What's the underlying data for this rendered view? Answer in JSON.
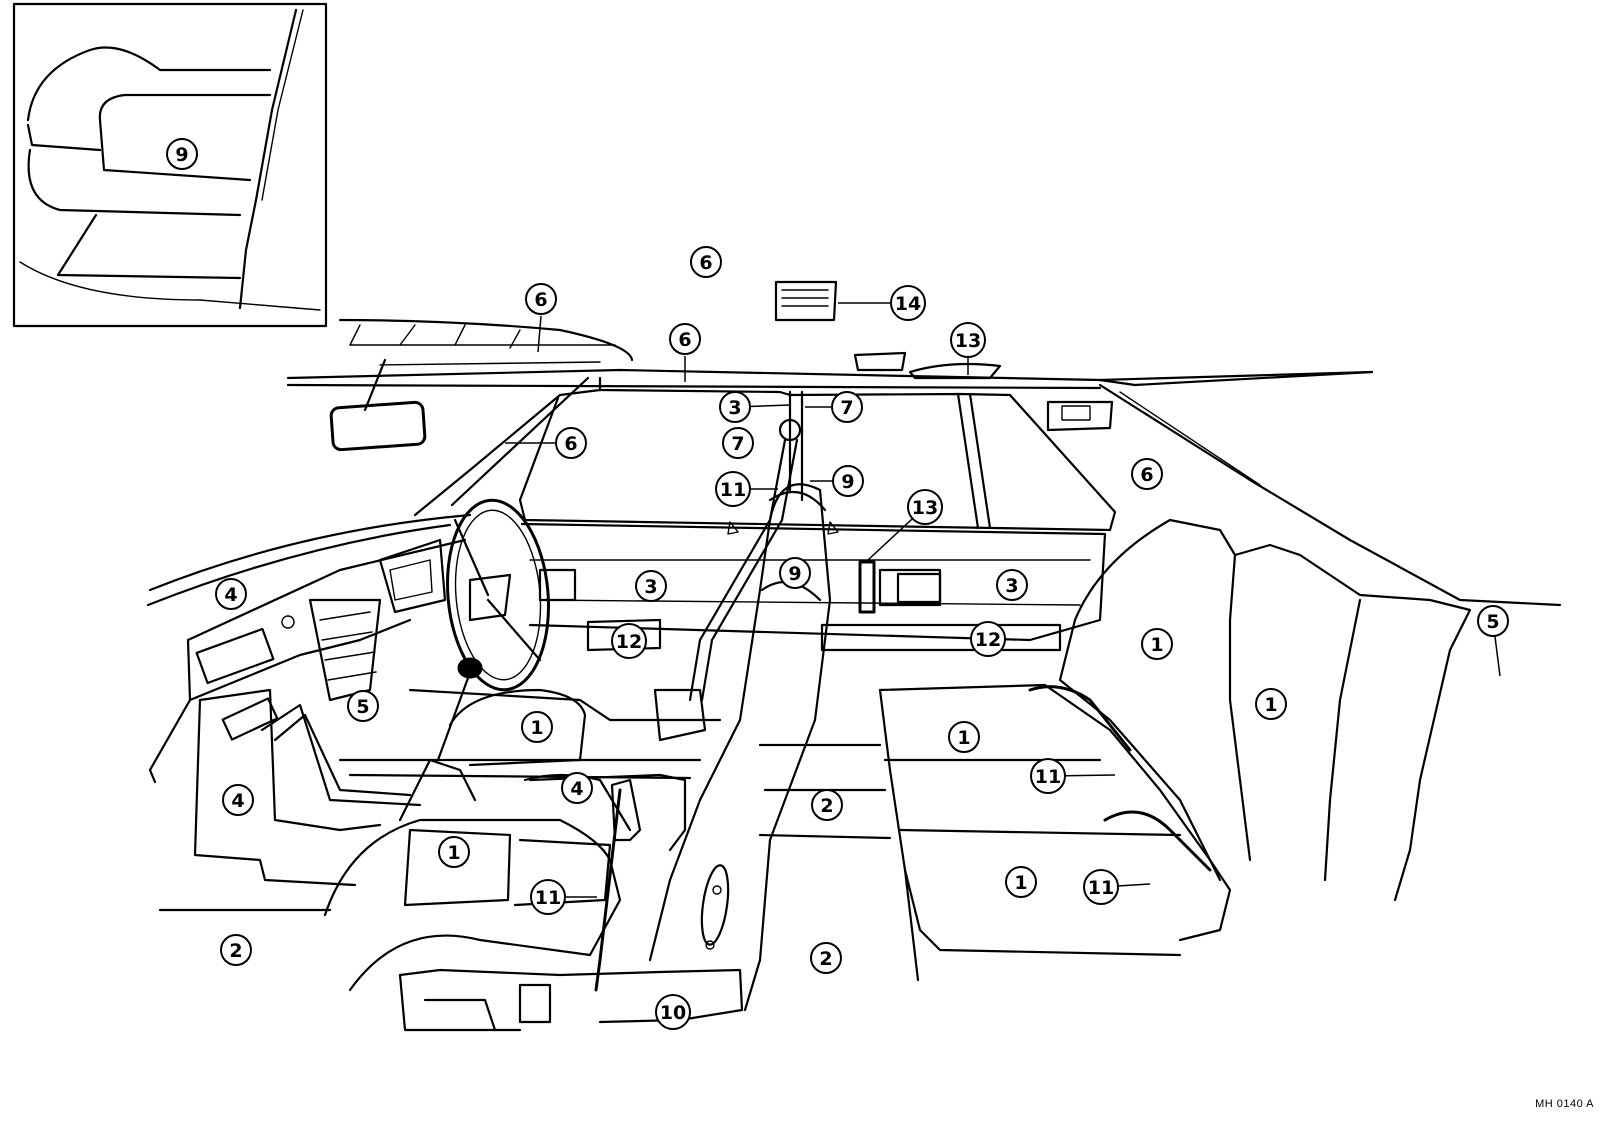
{
  "figure_code": "MH 0140 A",
  "callouts": [
    {
      "label": "9"
    },
    {
      "label": "6"
    },
    {
      "label": "14"
    },
    {
      "label": "6"
    },
    {
      "label": "6"
    },
    {
      "label": "13"
    },
    {
      "label": "3"
    },
    {
      "label": "7"
    },
    {
      "label": "6"
    },
    {
      "label": "7"
    },
    {
      "label": "9"
    },
    {
      "label": "11"
    },
    {
      "label": "6"
    },
    {
      "label": "13"
    },
    {
      "label": "4"
    },
    {
      "label": "3"
    },
    {
      "label": "9"
    },
    {
      "label": "3"
    },
    {
      "label": "12"
    },
    {
      "label": "12"
    },
    {
      "label": "5"
    },
    {
      "label": "1"
    },
    {
      "label": "5"
    },
    {
      "label": "1"
    },
    {
      "label": "1"
    },
    {
      "label": "1"
    },
    {
      "label": "4"
    },
    {
      "label": "4"
    },
    {
      "label": "11"
    },
    {
      "label": "2"
    },
    {
      "label": "1"
    },
    {
      "label": "1"
    },
    {
      "label": "11"
    },
    {
      "label": "11"
    },
    {
      "label": "2"
    },
    {
      "label": "2"
    },
    {
      "label": "10"
    }
  ]
}
